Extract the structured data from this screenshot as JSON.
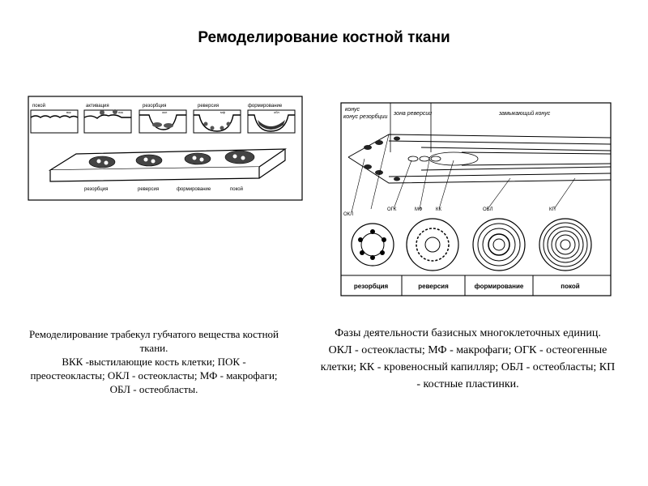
{
  "title": "Ремоделирование костной ткани",
  "left_figure": {
    "top_labels": [
      "покой",
      "активация",
      "резорбция",
      "реверсия",
      "формирование"
    ],
    "small_labels": [
      "вкк",
      "пок",
      "окл",
      "мф",
      "обл"
    ],
    "bottom_labels": [
      "резорбция",
      "реверсия",
      "формирование",
      "покой"
    ]
  },
  "right_figure": {
    "zone_labels": [
      "конус резорбции",
      "зона реверсии",
      "замыкающий конус"
    ],
    "cell_labels": [
      "ОКЛ",
      "ОГК",
      "МФ",
      "КК",
      "ОБЛ",
      "КП"
    ],
    "stage_labels": [
      "резорбция",
      "реверсия",
      "формирование",
      "покой"
    ]
  },
  "captions": {
    "left": [
      "Ремоделирование трабекул губчатого вещества костной ткани.",
      "ВКК -выстилающие кость клетки; ПОК - преостеокласты; ОКЛ - остеокласты; МФ - макрофаги; ОБЛ - остеобласты."
    ],
    "right": [
      "Фазы деятельности базисных многоклеточных единиц.",
      "ОКЛ - остеокласты; МФ - макрофаги; ОГК - остеогенные клетки; КК - кровеносный капилляр; ОБЛ - остеобласты; КП - костные пластинки."
    ]
  }
}
